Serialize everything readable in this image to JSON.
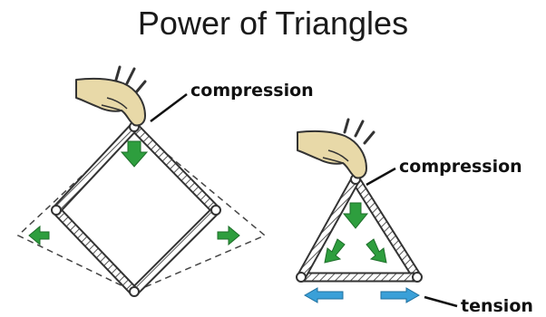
{
  "title": "Power of Triangles",
  "square_diagram": {
    "callout_top": "compression"
  },
  "triangle_diagram": {
    "callout_top": "compression",
    "callout_bottom": "tension"
  },
  "colors": {
    "force_arrow": "#2e9e3e",
    "tension_arrow": "#3aa0d8",
    "frame": "#333333",
    "hand": "#e8d9a8"
  },
  "icons": [
    "hand-icon",
    "press-lines-icon",
    "arrow-down-icon",
    "arrow-left-icon",
    "arrow-right-icon"
  ]
}
